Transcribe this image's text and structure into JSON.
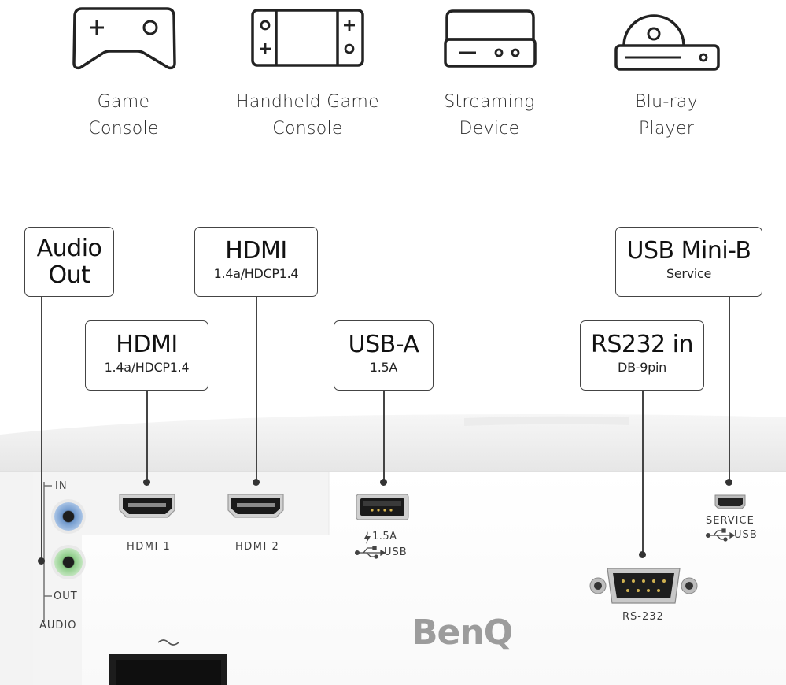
{
  "devices": [
    {
      "line1": "Game",
      "line2": "Console",
      "icon": "game-console-icon"
    },
    {
      "line1": "Handheld Game",
      "line2": "Console",
      "icon": "handheld-console-icon"
    },
    {
      "line1": "Streaming",
      "line2": "Device",
      "icon": "streaming-device-icon"
    },
    {
      "line1": "Blu-ray",
      "line2": "Player",
      "icon": "bluray-player-icon"
    }
  ],
  "callouts": {
    "audio_out": {
      "line1": "Audio",
      "line2": "Out"
    },
    "hdmi_2": {
      "title": "HDMI",
      "sub": "1.4a/HDCP1.4"
    },
    "hdmi_1": {
      "title": "HDMI",
      "sub": "1.4a/HDCP1.4"
    },
    "usb_a": {
      "title": "USB-A",
      "sub": "1.5A"
    },
    "rs232": {
      "title": "RS232 in",
      "sub": "DB-9pin"
    },
    "usb_mini_b": {
      "title": "USB Mini-B",
      "sub": "Service"
    }
  },
  "panel_labels": {
    "audio_in": "IN",
    "audio_out": "OUT",
    "audio": "AUDIO",
    "hdmi1": "HDMI 1",
    "hdmi2": "HDMI 2",
    "usb_power": "1.5A",
    "usb": "USB",
    "service": "SERVICE",
    "service_usb": "USB",
    "rs232": "RS-232",
    "power_symbol": "~"
  },
  "brand": "BenQ",
  "colors": {
    "audio_in_jack": "#7ea6d8",
    "audio_out_jack": "#9ed29a",
    "brand": "#9c9c9c",
    "outline": "#444444"
  }
}
